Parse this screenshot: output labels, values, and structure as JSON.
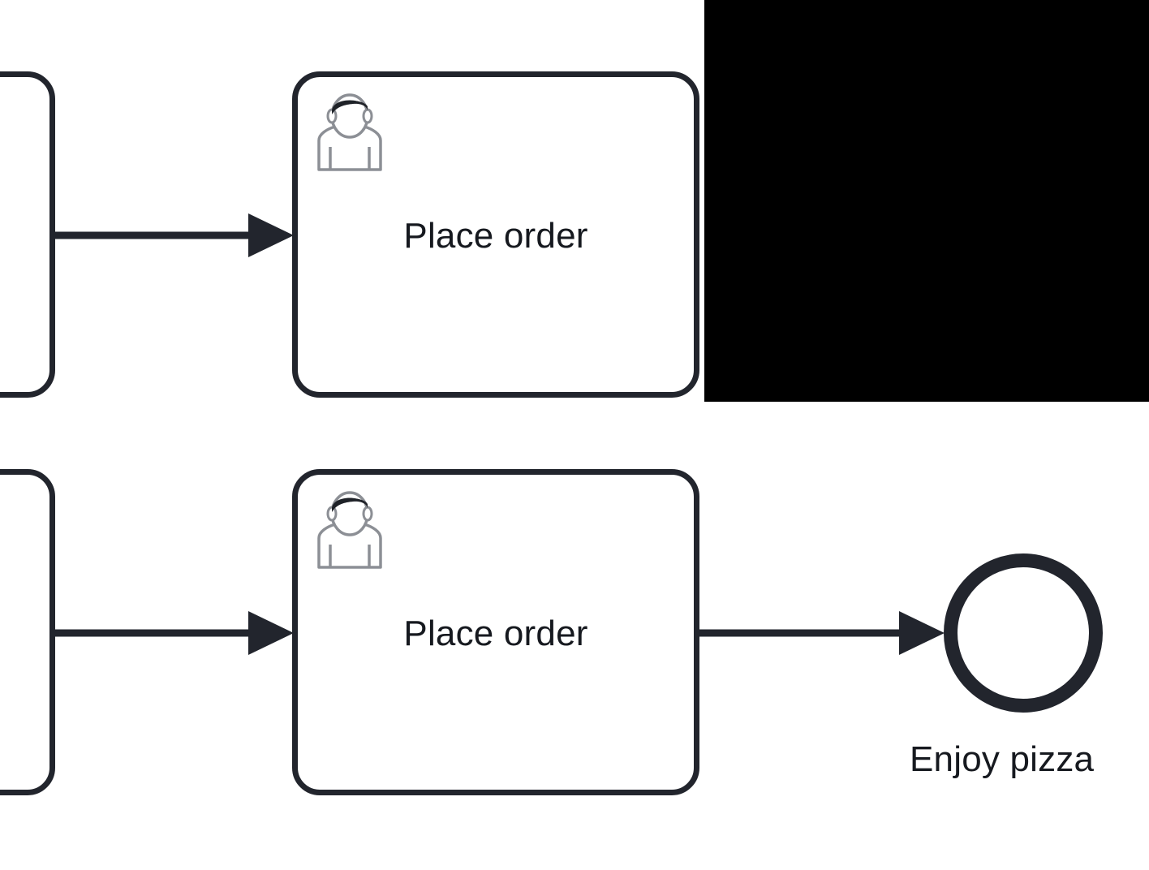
{
  "diagram": {
    "type": "bpmn-process-fragment",
    "background_color": "#ffffff",
    "stroke_color": "#22252d",
    "label_color": "#16191f",
    "overlay_color": "#000000"
  },
  "nodes": {
    "task_top": {
      "label": "Place order",
      "kind": "user-task",
      "icon": "user-icon"
    },
    "task_bottom": {
      "label": "Place order",
      "kind": "user-task",
      "icon": "user-icon"
    },
    "end_event": {
      "label": "Enjoy pizza",
      "kind": "end-event"
    },
    "partial_task_top": {
      "label": "",
      "kind": "task-clipped-left"
    },
    "partial_task_bottom": {
      "label": "",
      "kind": "task-clipped-left"
    }
  },
  "edges": {
    "flow_top_in": {
      "label": ""
    },
    "flow_bottom_in": {
      "label": ""
    },
    "flow_bottom_out": {
      "label": ""
    }
  },
  "overlay": {
    "note": "black-region"
  }
}
